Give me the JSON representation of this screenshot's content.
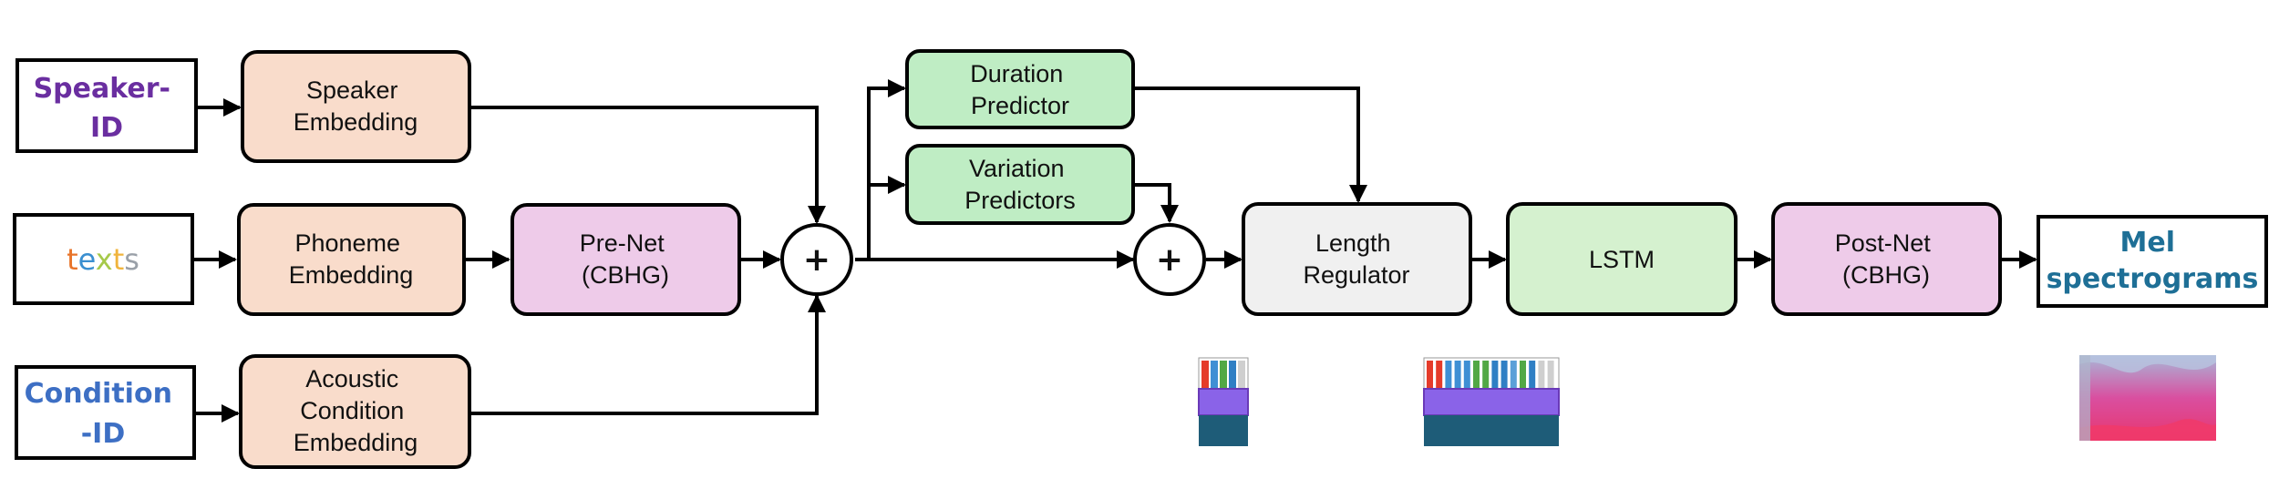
{
  "colors": {
    "speaker_id": "#6a2ea0",
    "condition_id": "#3d6fc4",
    "mel": "#1e6f96",
    "embedding_fill": "#f9dccb",
    "prenet_fill": "#eecbe9",
    "predictor_fill": "#bfedc4",
    "length_regulator_fill": "#f0f0f0",
    "lstm_fill": "#d5f1cf",
    "texts_letters": [
      "#e8742a",
      "#3a8fd0",
      "#a6c94a",
      "#f0b43c",
      "#9aa0a8"
    ]
  },
  "inputs": {
    "speaker_id": [
      "Speaker-",
      "ID"
    ],
    "texts": "texts",
    "condition_id": [
      "Condition",
      "-ID"
    ]
  },
  "blocks": {
    "speaker_embedding": [
      "Speaker",
      "Embedding"
    ],
    "phoneme_embedding": [
      "Phoneme",
      "Embedding"
    ],
    "acoustic_condition_embedding": [
      "Acoustic",
      "Condition",
      "Embedding"
    ],
    "pre_net": [
      "Pre-Net",
      "(CBHG)"
    ],
    "duration_predictor": [
      "Duration",
      "Predictor"
    ],
    "variation_predictors": [
      "Variation",
      "Predictors"
    ],
    "length_regulator": [
      "Length",
      "Regulator"
    ],
    "lstm": [
      "LSTM"
    ],
    "post_net": [
      "Post-Net",
      "(CBHG)"
    ]
  },
  "operators": {
    "sum_1": "+",
    "sum_2": "+"
  },
  "output": {
    "mel_spectrograms": [
      "Mel",
      "spectrograms"
    ]
  }
}
